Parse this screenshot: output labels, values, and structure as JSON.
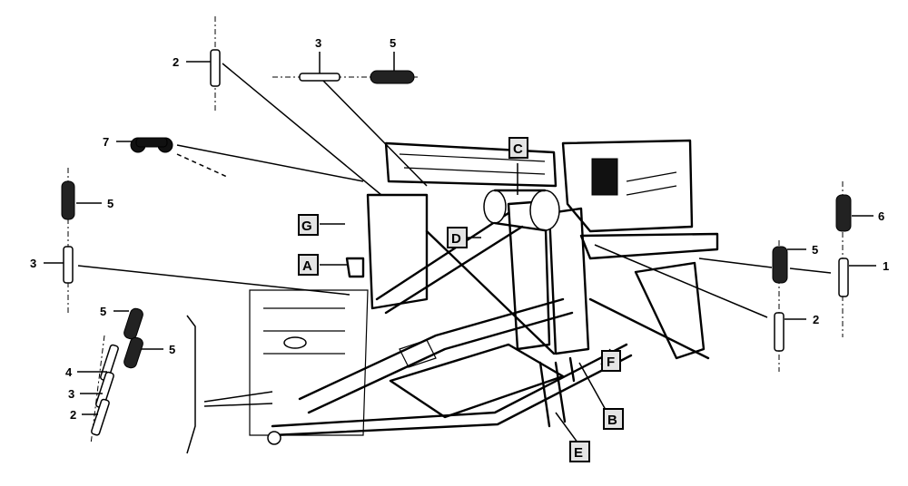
{
  "callouts": {
    "c1": "1",
    "c2a": "2",
    "c2b": "2",
    "c2c": "2",
    "c3a": "3",
    "c3b": "3",
    "c3c": "3",
    "c4": "4",
    "c5a": "5",
    "c5b": "5",
    "c5c": "5",
    "c5d": "5",
    "c5e": "5",
    "c6": "6",
    "c7": "7"
  },
  "letters": {
    "A": "A",
    "B": "B",
    "C": "C",
    "D": "D",
    "E": "E",
    "F": "F",
    "G": "G"
  }
}
